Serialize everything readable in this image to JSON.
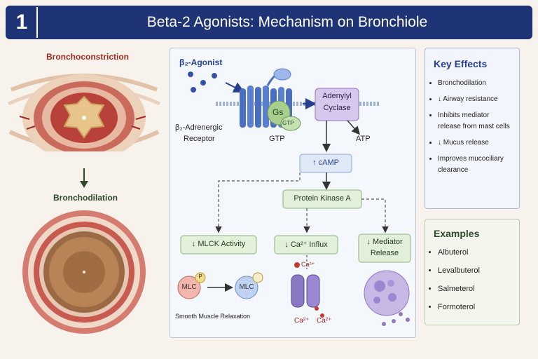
{
  "header": {
    "number": "1",
    "title": "Beta-2 Agonists: Mechanism on Bronchiole"
  },
  "left": {
    "constriction_label": "Bronchoconstriction",
    "dilation_label": "Bronchodilation"
  },
  "mechanism": {
    "agonist_label": "β₂-Agonist",
    "receptor_label_line1": "β₂-Adrenergic",
    "receptor_label_line2": "Receptor",
    "gs_label": "Gs",
    "gtp_bubble_label": "GTP",
    "gtp_label": "GTP",
    "adenylyl_line1": "Adenylyl",
    "adenylyl_line2": "Cyclase",
    "atp_label": "ATP",
    "camp_label": "↑ cAMP",
    "pka_label": "Protein Kinase A",
    "mlck_label": "↓ MLCK Activity",
    "ca_label": "↓ Ca²⁺ Influx",
    "mediator_line1": "↓ Mediator",
    "mediator_line2": "Release",
    "mlc_label": "MLC",
    "mlc_p_label": "P",
    "smooth_muscle_label": "Smooth Muscle Relaxation",
    "ca_ion_top": "Ca²⁺",
    "ca_ion_left": "Ca²⁺",
    "ca_ion_right": "Ca²⁺"
  },
  "key_effects": {
    "title": "Key Effects",
    "items": [
      "Bronchodilation",
      "↓ Airway resistance",
      "Inhibits mediator release from mast cells",
      "↓ Mucus release",
      "Improves mucociliary clearance"
    ]
  },
  "examples": {
    "title": "Examples",
    "items": [
      "Albuterol",
      "Levalbuterol",
      "Salmeterol",
      "Formoterol"
    ]
  },
  "colors": {
    "header": "#1f3477",
    "accent_blue": "#24408f",
    "accent_green": "#3a5a1e",
    "accent_red": "#a02a22"
  }
}
